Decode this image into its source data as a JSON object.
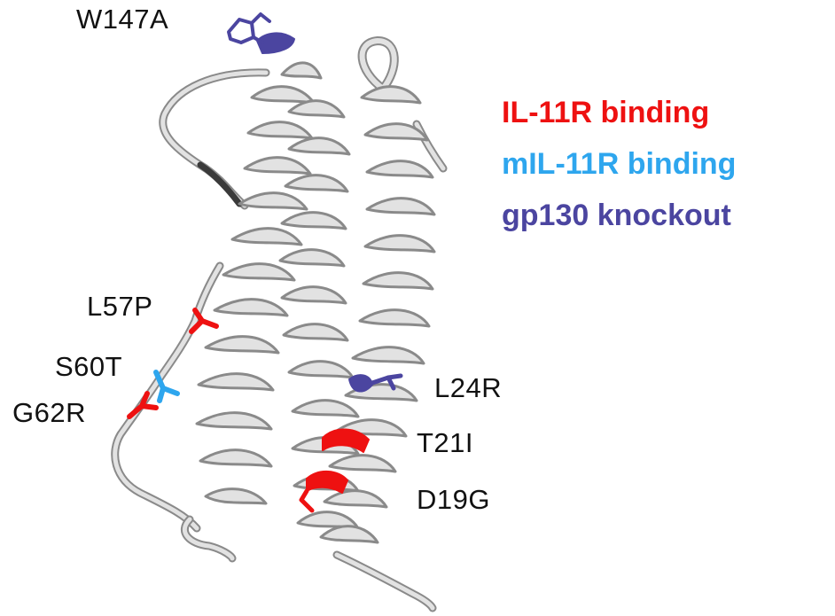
{
  "labels": {
    "w147a": "W147A",
    "l57p": "L57P",
    "s60t": "S60T",
    "g62r": "G62R",
    "l24r": "L24R",
    "t21i": "T21I",
    "d19g": "D19G"
  },
  "legend": [
    {
      "text": "IL-11R binding",
      "color": "#ee1111"
    },
    {
      "text": "mIL-11R binding",
      "color": "#2ea6ee"
    },
    {
      "text": "gp130 knockout",
      "color": "#4b45a0"
    }
  ],
  "colors": {
    "ribbon_fill": "#e2e2e2",
    "ribbon_edge": "#8a8a8a",
    "loop_dark": "#3a3a3a",
    "il11r": "#ee1111",
    "mil11r": "#2ea6ee",
    "gp130": "#4b45a0"
  }
}
